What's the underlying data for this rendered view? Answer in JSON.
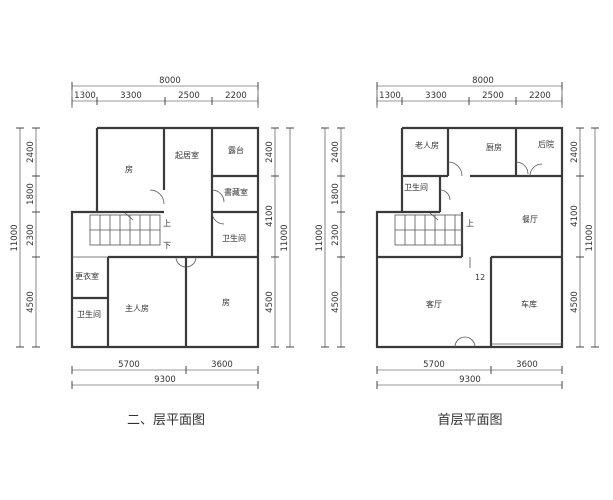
{
  "plans": [
    {
      "title": "二、层平面图",
      "top_total": "8000",
      "top_segments": [
        "1300",
        "3300",
        "2500",
        "2200"
      ],
      "bottom_segments": [
        "5700",
        "3600"
      ],
      "bottom_total": "9300",
      "left_segments": [
        "2400",
        "1800",
        "2300",
        "4500"
      ],
      "left_total": "11000",
      "right_segments": [
        "2400",
        "4100",
        "4500"
      ],
      "right_total": "11000",
      "rooms": {
        "bedroom_top": "房",
        "living_room": "起居室",
        "balcony": "露台",
        "study": "書藏室",
        "bath_right": "卫生间",
        "walkin": "更衣室",
        "bath_left": "卫生间",
        "master": "主人房",
        "bedroom_right": "房"
      },
      "stair_up": "上",
      "stair_down": "下"
    },
    {
      "title": "首层平面图",
      "top_total": "8000",
      "top_segments": [
        "1300",
        "3300",
        "2500",
        "2200"
      ],
      "bottom_segments": [
        "5700",
        "3600"
      ],
      "bottom_total": "9300",
      "left_segments": [
        "2400",
        "1800",
        "2300",
        "4500"
      ],
      "left_total": "11000",
      "right_segments": [
        "2400",
        "4100",
        "4500"
      ],
      "right_total": "11000",
      "rooms": {
        "elder": "老人房",
        "kitchen": "厨房",
        "yard": "后院",
        "bath": "卫生间",
        "dining": "餐厅",
        "living": "客厅",
        "garage": "车库"
      },
      "stair_up": "上",
      "marker": "12"
    }
  ]
}
